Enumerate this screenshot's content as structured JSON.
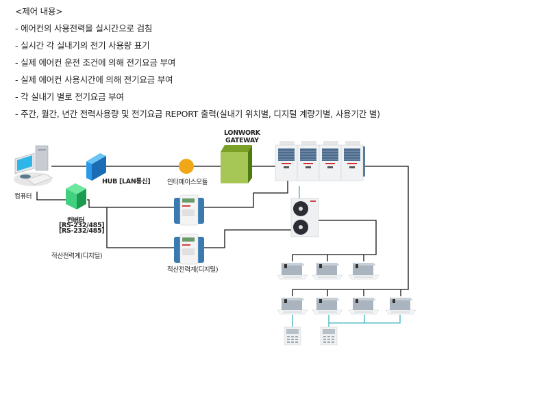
{
  "heading": "<제어 내용>",
  "bullets": [
    "- 에어컨의 사용전력을 실시간으로 검침",
    "- 실시간 각 실내기의 전기 사용량 표기",
    "- 실제 에어컨 운전 조건에 의해 전기요금 부여",
    "- 실제 에어컨 사용시간에 의해 전기요금 부여",
    "- 각 실내기 별로 전기요금 부여",
    "- 주간, 월간, 년간 전력사용량 및 전기요금 REPORT 출력(실내기 위치별, 디지털 계량기별, 사용기간 별)"
  ],
  "diagram": {
    "computer_label": "컴퓨터",
    "hub_label": "HUB [LAN통신]",
    "interface_label": "인터페이스모듈",
    "gateway_label_line1": "LONWORK",
    "gateway_label_line2": "GATEWAY",
    "converter_label": "컨버터",
    "converter_sub1": "[RS-232/485]",
    "converter_sub2": "[RS-232/485]",
    "meter_label_left": "적산전력계(디지털)",
    "meter_label_bottom": "적산전력계(디지털)",
    "colors": {
      "hub": "#2a8fe0",
      "converter": "#3ccf7a",
      "interface": "#f0a818",
      "gateway": "#9cc04a",
      "line": "#111111",
      "remote_line": "#3fb0c0"
    }
  }
}
